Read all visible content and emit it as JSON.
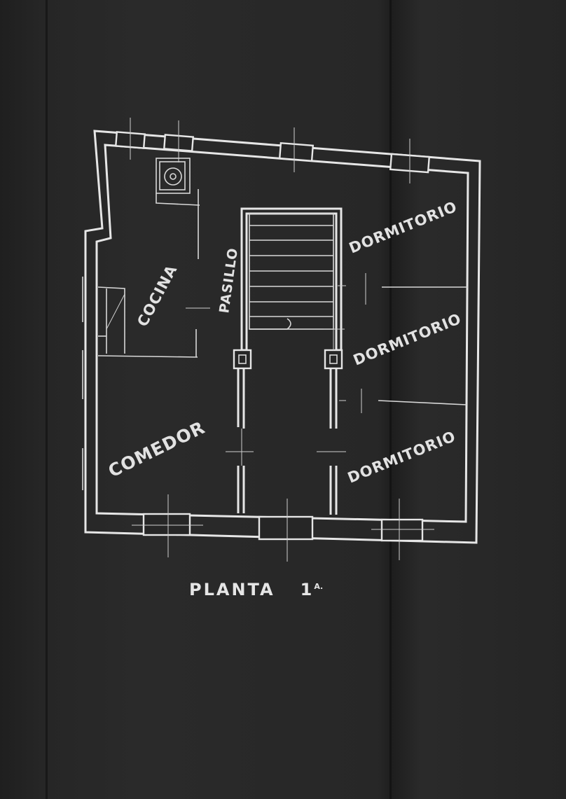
{
  "rooms": {
    "cocina": "COCINA",
    "pasillo": "PASILLO",
    "comedor": "COMEDOR",
    "dormitorio_1": "DORMITORIO",
    "dormitorio_2": "DORMITORIO",
    "dormitorio_3": "DORMITORIO"
  },
  "caption": {
    "title": "PLANTA",
    "floor_number": "1",
    "floor_suffix": "A."
  },
  "colors": {
    "background": "#262626",
    "ink": "#e6e6e6"
  }
}
